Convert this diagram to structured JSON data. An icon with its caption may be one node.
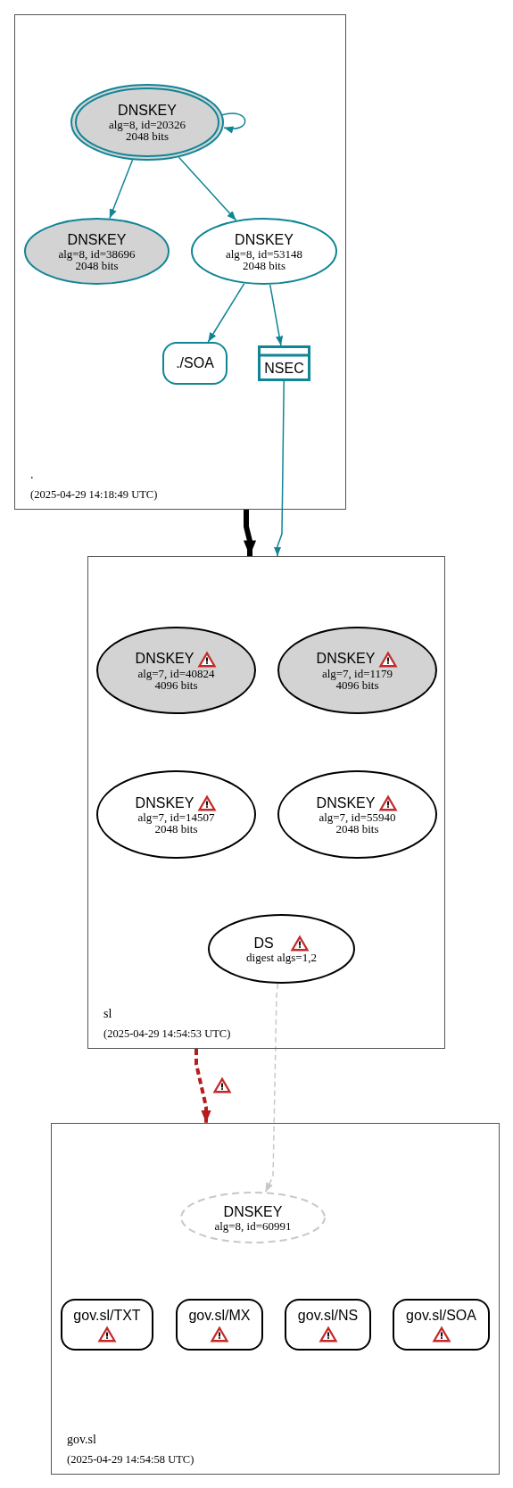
{
  "diagram": {
    "nodes": [
      {
        "text": [
          ".",
          "(2025-04-29 14:18:49 UTC)"
        ]
      },
      {
        "text": [
          "DNSKEY",
          "alg=8, id=20326",
          "2048 bits"
        ],
        "in": 0
      },
      {
        "text": [
          "DNSKEY",
          "alg=8, id=38696",
          "2048 bits"
        ],
        "in": 0
      },
      {
        "text": [
          "DNSKEY",
          "alg=8, id=53148",
          "2048 bits"
        ],
        "in": 0
      },
      {
        "text": [
          "./SOA"
        ],
        "in": 0
      },
      {
        "text": [
          "NSEC"
        ],
        "in": 0
      },
      {
        "text": [
          "sl",
          "(2025-04-29 14:54:53 UTC)"
        ]
      },
      {
        "text": [
          "DNSKEY",
          "alg=7, id=40824",
          "4096 bits"
        ],
        "in": 6
      },
      {
        "text": [
          "DNSKEY",
          "alg=7, id=1179",
          "4096 bits"
        ],
        "in": 6
      },
      {
        "text": [
          "DNSKEY",
          "alg=7, id=14507",
          "2048 bits"
        ],
        "in": 6
      },
      {
        "text": [
          "DNSKEY",
          "alg=7, id=55940",
          "2048 bits"
        ],
        "in": 6
      },
      {
        "text": [
          "DS",
          "digest algs=1,2"
        ],
        "in": 6
      },
      {
        "text": [
          "gov.sl",
          "(2025-04-29 14:54:58 UTC)"
        ]
      },
      {
        "text": [
          "DNSKEY",
          "alg=8, id=60991"
        ],
        "in": 12
      },
      {
        "text": [
          "gov.sl/TXT"
        ],
        "in": 12
      },
      {
        "text": [
          "gov.sl/MX"
        ],
        "in": 12
      },
      {
        "text": [
          "gov.sl/NS"
        ],
        "in": 12
      },
      {
        "text": [
          "gov.sl/SOA"
        ],
        "in": 12
      }
    ],
    "edges": [
      {
        "from": 1,
        "to": 1,
        "arrow": "to"
      },
      {
        "from": 1,
        "to": 2,
        "arrow": "to"
      },
      {
        "from": 1,
        "to": 3,
        "arrow": "to"
      },
      {
        "from": 3,
        "to": 4,
        "arrow": "to"
      },
      {
        "from": 3,
        "to": 5,
        "arrow": "to"
      },
      {
        "from": 5,
        "to": 6,
        "arrow": "to"
      },
      {
        "from": 0,
        "to": 6,
        "arrow": "to",
        "style": "thick",
        "color": "#000000"
      },
      {
        "from": 6,
        "to": 12,
        "arrow": "to",
        "style": "dashed",
        "color": "#b71c1c"
      },
      {
        "from": 11,
        "to": 13,
        "arrow": "to",
        "style": "dashed",
        "color": "#c8c8c8"
      }
    ]
  }
}
